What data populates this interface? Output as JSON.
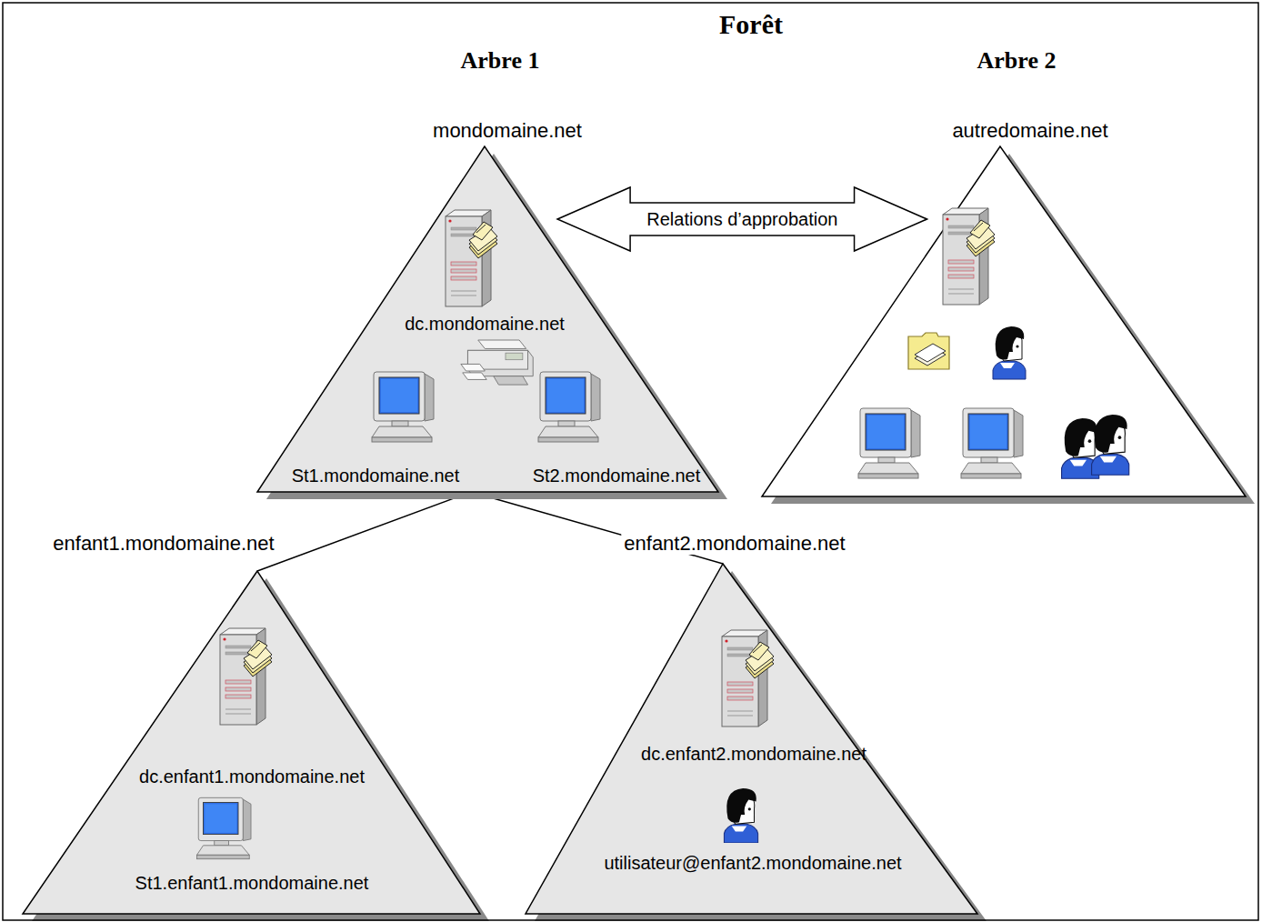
{
  "diagram": {
    "title": "Forêt",
    "nodes": [
      {
        "text": [
          "mondomaine.net",
          "dc.mondomaine.net",
          "St1.mondomaine.net",
          "St2.mondomaine.net"
        ]
      },
      {
        "text": [
          "autredomaine.net"
        ]
      },
      {
        "text": [
          "enfant1.mondomaine.net",
          "dc.enfant1.mondomaine.net",
          "St1.enfant1.mondomaine.net"
        ]
      },
      {
        "text": [
          "enfant2.mondomaine.net",
          "dc.enfant2.mondomaine.net",
          "utilisateur@enfant2.mondomaine.net"
        ]
      }
    ],
    "edges": [
      {
        "from": 0,
        "to": 1,
        "label": "Relations d’approbation",
        "arrow": "both"
      },
      {
        "from": 0,
        "to": 2,
        "arrow": "none"
      },
      {
        "from": 0,
        "to": 3,
        "arrow": "none"
      }
    ],
    "labels": [
      "Arbre 1",
      "Arbre 2"
    ]
  }
}
